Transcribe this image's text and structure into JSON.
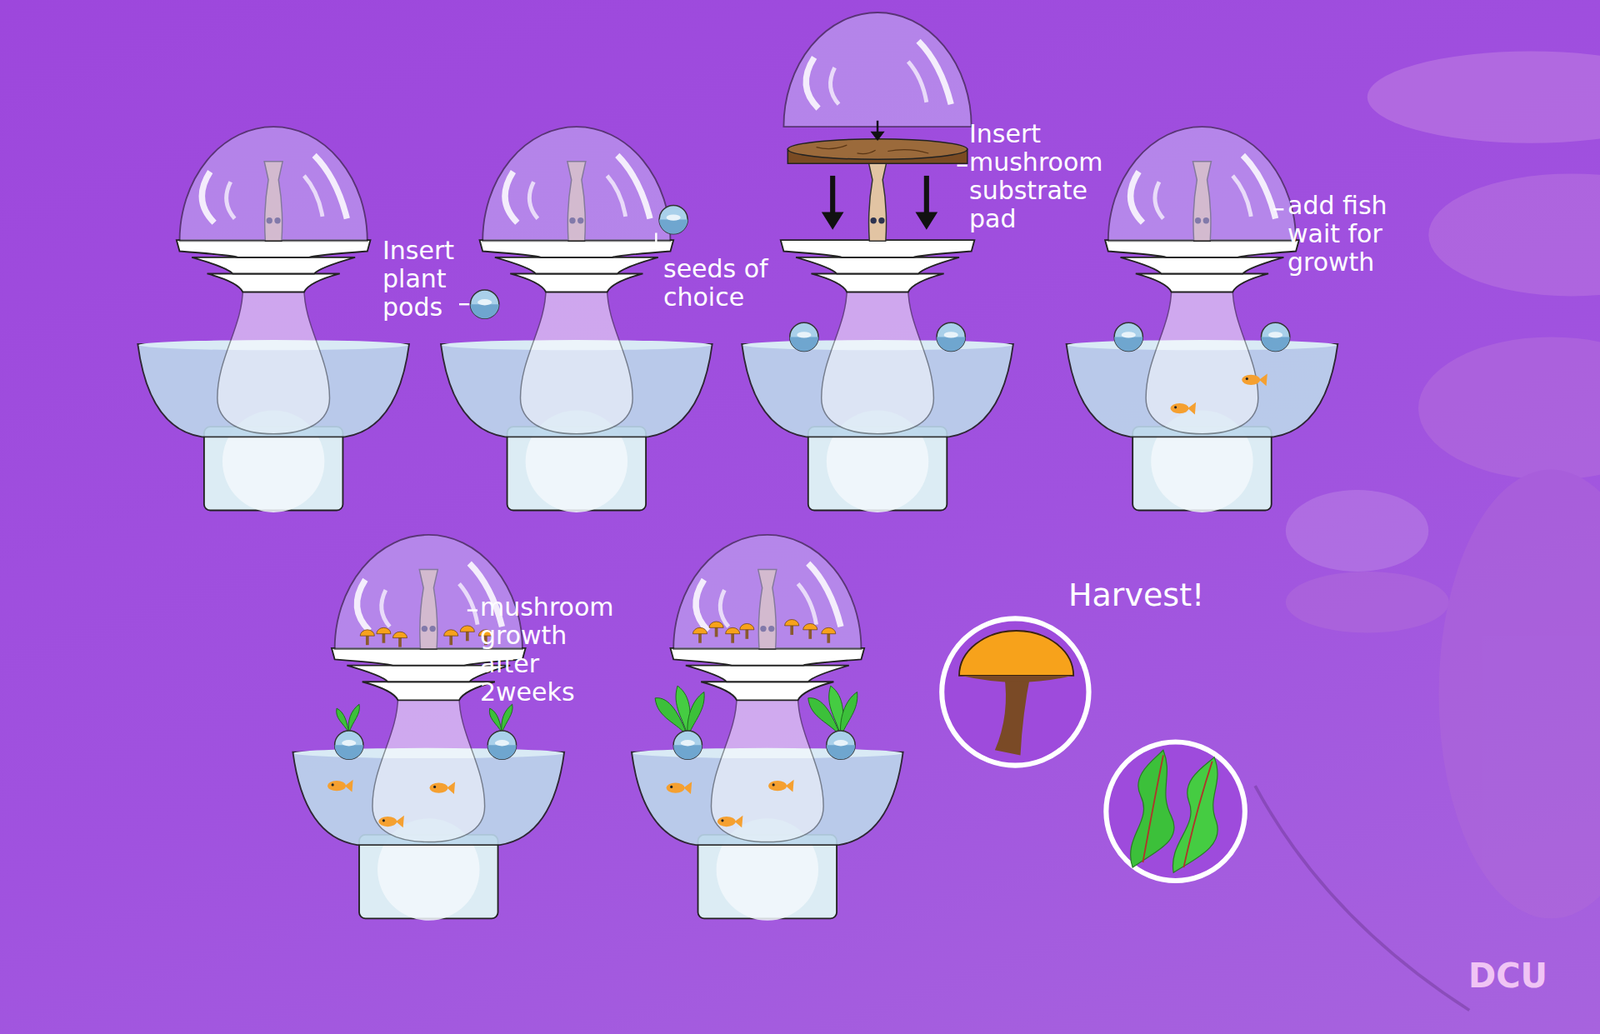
{
  "diagram": {
    "labels": [
      "Insert plant pods",
      "seeds of choice",
      "Insert mushroom substrate pad",
      "add fish wait for growth",
      "mushroom growth after 2weeks",
      "Harvest!",
      "DCU"
    ]
  }
}
